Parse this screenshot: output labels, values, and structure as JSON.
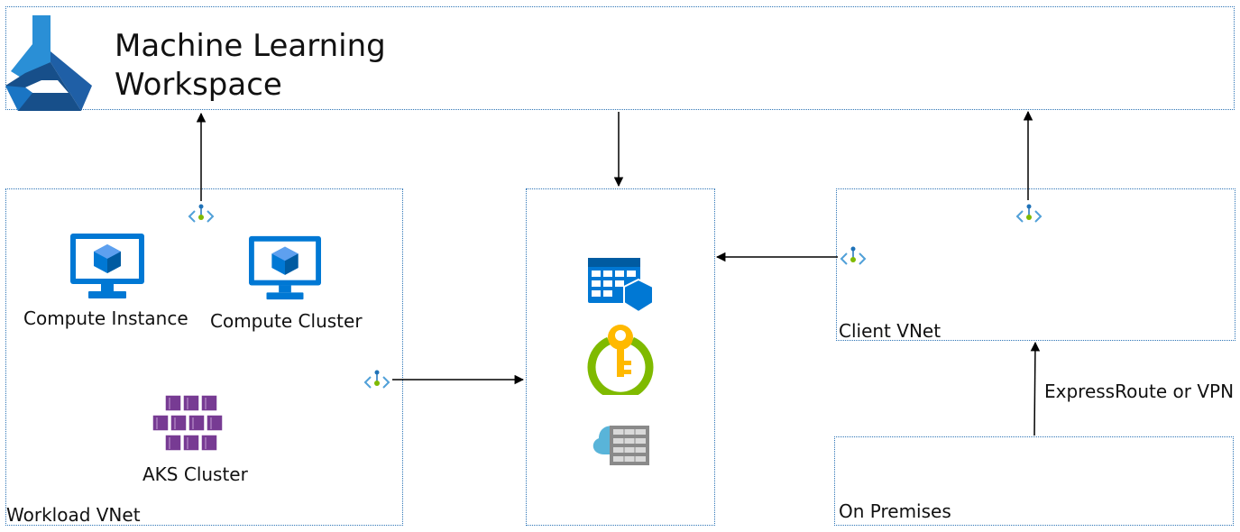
{
  "workspace": {
    "title_line1": "Machine Learning",
    "title_line2": "Workspace",
    "logo_icon": "azure-machine-learning-icon"
  },
  "workload_vnet": {
    "label": "Workload VNet",
    "compute_instance_label": "Compute Instance",
    "compute_cluster_label": "Compute Cluster",
    "aks_cluster_label": "AKS Cluster"
  },
  "services": {
    "icons": [
      "container-registry-icon",
      "key-vault-icon",
      "storage-account-icon"
    ]
  },
  "client_vnet": {
    "label": "Client VNet"
  },
  "on_premises": {
    "label": "On Premises"
  },
  "connection": {
    "label": "ExpressRoute or VPN"
  },
  "colors": {
    "border": "#2e75b6",
    "azure_blue": "#0078d4",
    "aks_purple": "#773b93",
    "key_green": "#7fba00",
    "key_yellow": "#ffb900"
  }
}
